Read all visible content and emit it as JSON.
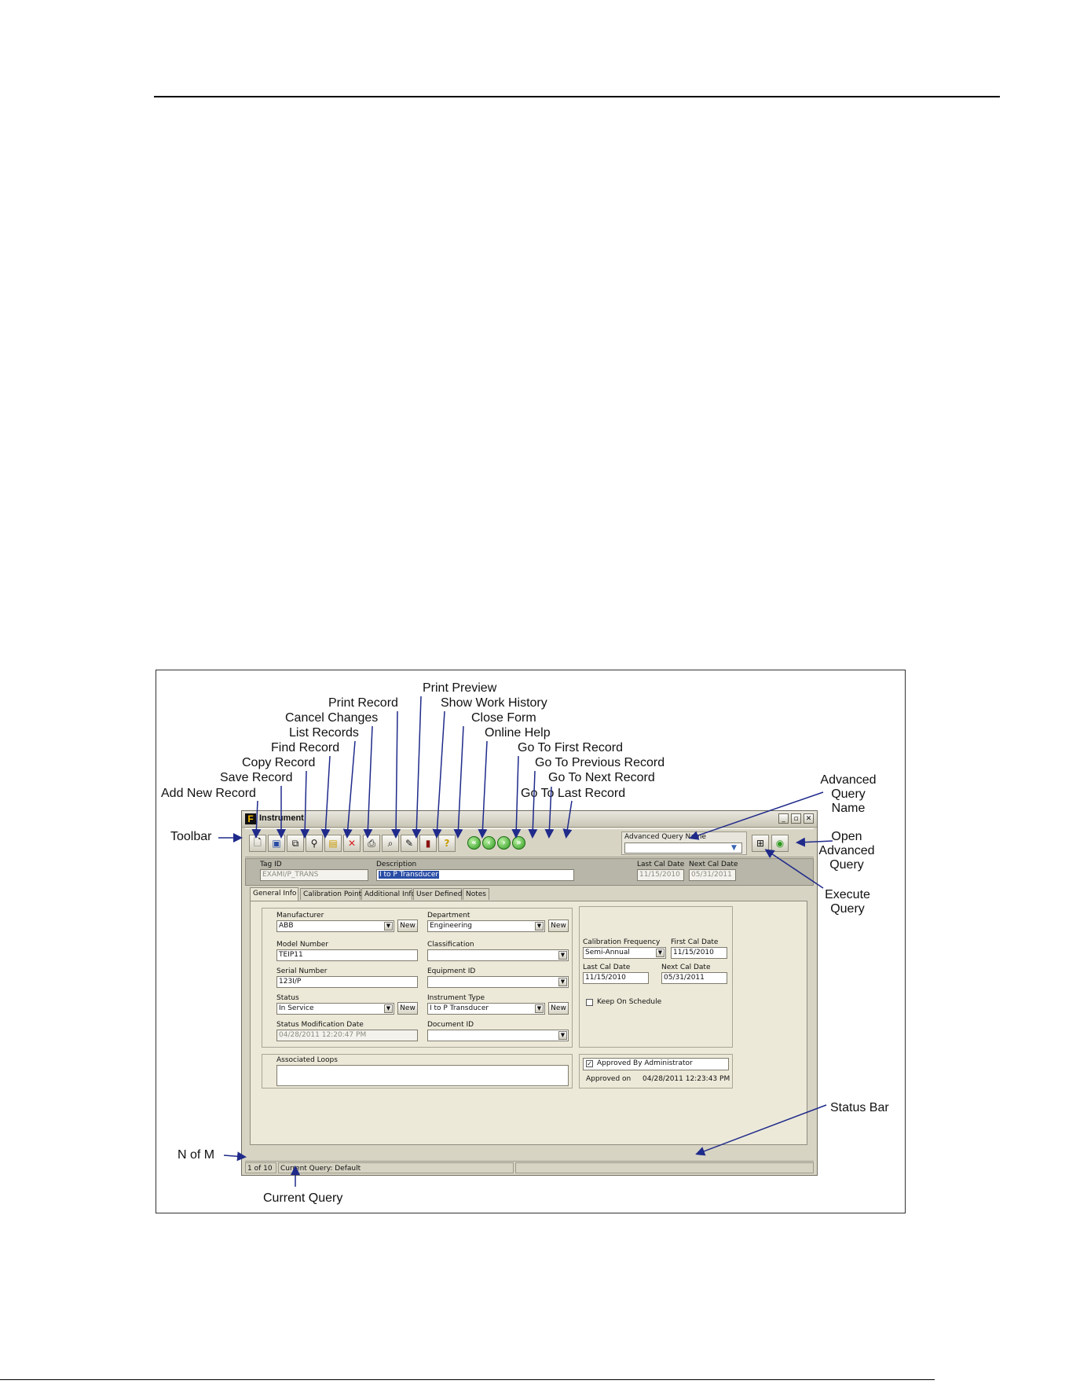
{
  "callouts": {
    "print_preview": "Print Preview",
    "print_record": "Print Record",
    "show_work_history": "Show Work History",
    "cancel_changes": "Cancel Changes",
    "close_form": "Close Form",
    "list_records": "List Records",
    "online_help": "Online Help",
    "find_record": "Find Record",
    "go_first": "Go To First Record",
    "copy_record": "Copy Record",
    "go_previous": "Go To Previous Record",
    "save_record": "Save Record",
    "go_next": "Go To Next Record",
    "add_new_record": "Add New Record",
    "go_last": "Go To Last Record",
    "advanced_query_name": "Advanced Query Name",
    "toolbar": "Toolbar",
    "open_advanced_query": "Open Advanced Query",
    "execute_query": "Execute Query",
    "status_bar": "Status Bar",
    "n_of_m": "N of M",
    "current_query": "Current Query"
  },
  "window": {
    "title": "Instrument",
    "logo": "F",
    "controls": [
      "_",
      "▫",
      "✕"
    ]
  },
  "toolbar": {
    "advanced_query_label": "Advanced Query Name"
  },
  "header": {
    "tag_id_label": "Tag ID",
    "tag_id_value": "EXAMI/P_TRANS",
    "description_label": "Description",
    "description_value": "I to P Transducer",
    "last_cal_label": "Last Cal Date",
    "last_cal_value": "11/15/2010",
    "next_cal_label": "Next Cal Date",
    "next_cal_value": "05/31/2011"
  },
  "tabs": [
    "General Info",
    "Calibration Points",
    "Additional Info",
    "User Defined",
    "Notes"
  ],
  "form": {
    "manufacturer_label": "Manufacturer",
    "manufacturer_value": "ABB",
    "model_label": "Model Number",
    "model_value": "TEIP11",
    "serial_label": "Serial Number",
    "serial_value": "123I/P",
    "status_label": "Status",
    "status_value": "In Service",
    "status_mod_label": "Status Modification Date",
    "status_mod_value": "04/28/2011 12:20:47 PM",
    "department_label": "Department",
    "department_value": "Engineering",
    "classification_label": "Classification",
    "equipment_label": "Equipment ID",
    "instrument_type_label": "Instrument Type",
    "instrument_type_value": "I to P Transducer",
    "document_label": "Document ID",
    "new_label": "New",
    "cal_freq_label": "Calibration Frequency",
    "cal_freq_value": "Semi-Annual",
    "first_cal_label": "First Cal Date",
    "first_cal_value": "11/15/2010",
    "last_cal_label": "Last Cal Date",
    "last_cal_value": "11/15/2010",
    "next_cal_label": "Next Cal Date",
    "next_cal_value": "05/31/2011",
    "keep_schedule_label": "Keep On Schedule",
    "assoc_loops_label": "Associated Loops",
    "approved_label": "Approved By Administrator",
    "approved_on_label": "Approved on",
    "approved_on_value": "04/28/2011 12:23:43 PM"
  },
  "statusbar": {
    "n_of_m": "1 of 10",
    "current_query": "Current Query: Default"
  }
}
